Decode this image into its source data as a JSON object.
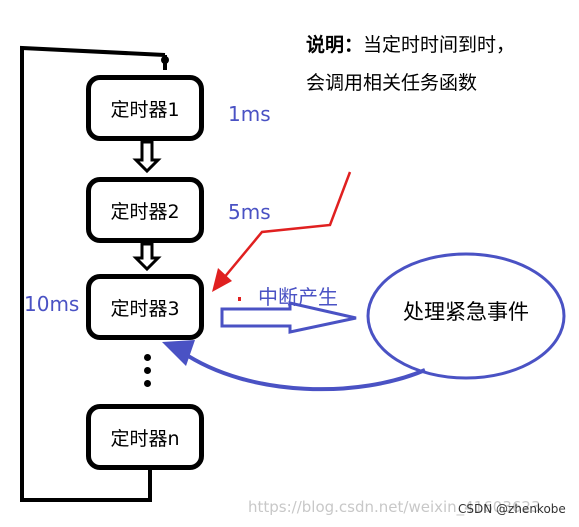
{
  "timers": [
    {
      "label": "定时器1"
    },
    {
      "label": "定时器2"
    },
    {
      "label": "定时器3"
    },
    {
      "label": "定时器n"
    }
  ],
  "intervals": {
    "timer1": "1ms",
    "timer2": "5ms",
    "timer3": "10ms"
  },
  "note": {
    "prefix": "说明：",
    "line1": "当定时时间到时，",
    "line2": "会调用相关任务函数"
  },
  "interrupt_label": "中断产生",
  "urgent_event": "处理紧急事件",
  "watermark": "https://blog.csdn.net/weixin_41603623",
  "credit": "CSDN @zhenkobe",
  "colors": {
    "blue": "#4a52c4",
    "red": "#e02020",
    "black": "#000000"
  }
}
